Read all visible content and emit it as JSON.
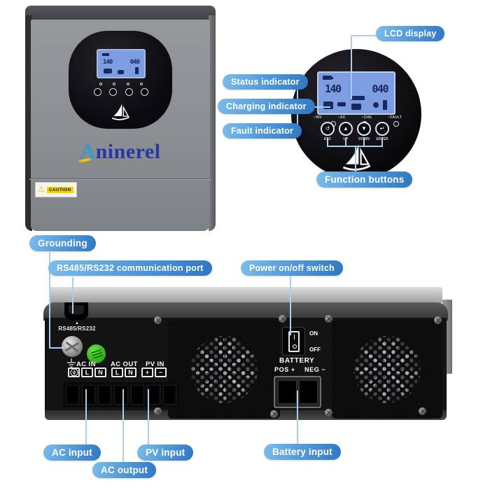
{
  "callouts": {
    "lcd_display": "LCD display",
    "status_indicator": "Status indicator",
    "charging_indicator": "Charging indicator",
    "fault_indicator": "Fault indicator",
    "function_buttons": "Function buttons",
    "grounding": "Grounding",
    "rs485_port": "RS485/RS232 communication port",
    "power_switch": "Power on/off switch",
    "ac_input": "AC input",
    "ac_output": "AC output",
    "pv_input": "PV input",
    "battery_input": "Battery input"
  },
  "front_panel": {
    "brand_first_letter": "A",
    "brand_rest": "ninerel",
    "caution_label": "CAUTION"
  },
  "display_closeup": {
    "lcd_left_value": "140",
    "lcd_right_value": "040",
    "indicator_labels": [
      "INV",
      "AC",
      "CHG",
      "FAULT"
    ],
    "button_labels": [
      "ESC",
      "UP",
      "DOWN",
      "ENTER"
    ],
    "button_glyphs": [
      "↺",
      "▲",
      "▼",
      "↵"
    ]
  },
  "back_panel": {
    "comm_port_label": "RS485/RS232",
    "switch_on": "ON",
    "switch_off": "OFF",
    "battery_title": "BATTERY",
    "battery_pos": "POS +",
    "battery_neg": "NEG −",
    "ac_in_label": "AC IN",
    "ac_out_label": "AC OUT",
    "pv_in_label": "PV IN",
    "pin_l": "L",
    "pin_n": "N",
    "pin_plus": "+",
    "pin_minus": "−"
  },
  "colors": {
    "pill_gradient_start": "#7cbdea",
    "pill_gradient_end": "#2f76c3",
    "leader_line": "#a8d0ec",
    "brand_blue": "#2836a6",
    "lcd_blue": "#7d9de2",
    "sticker_green": "#2ca81c",
    "caution_yellow": "#f5d400"
  }
}
